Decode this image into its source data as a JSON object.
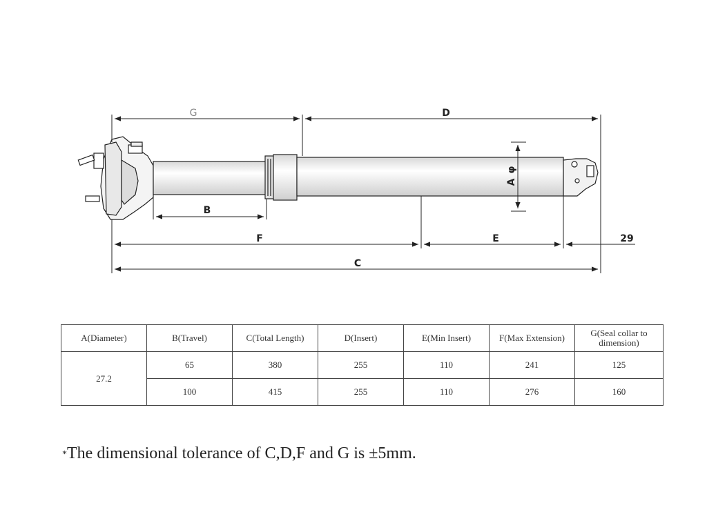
{
  "drawing": {
    "labels": {
      "a": "A",
      "phi": "φ",
      "b": "B",
      "c": "C",
      "d": "D",
      "e": "E",
      "f": "F",
      "g": "G",
      "offset": "29"
    },
    "colors": {
      "line": "#222222",
      "label_gray": "#888888"
    }
  },
  "table": {
    "headers": [
      "A(Diameter)",
      "B(Travel)",
      "C(Total Length)",
      "D(Insert)",
      "E(Min Insert)",
      "F(Max Extension)",
      "G(Seal collar to dimension)"
    ],
    "diameter": "27.2",
    "rows": [
      [
        "65",
        "380",
        "255",
        "110",
        "241",
        "125"
      ],
      [
        "100",
        "415",
        "255",
        "110",
        "276",
        "160"
      ]
    ]
  },
  "note": {
    "star": "*",
    "text": "The dimensional tolerance of C,D,F and G is  ±5mm."
  }
}
